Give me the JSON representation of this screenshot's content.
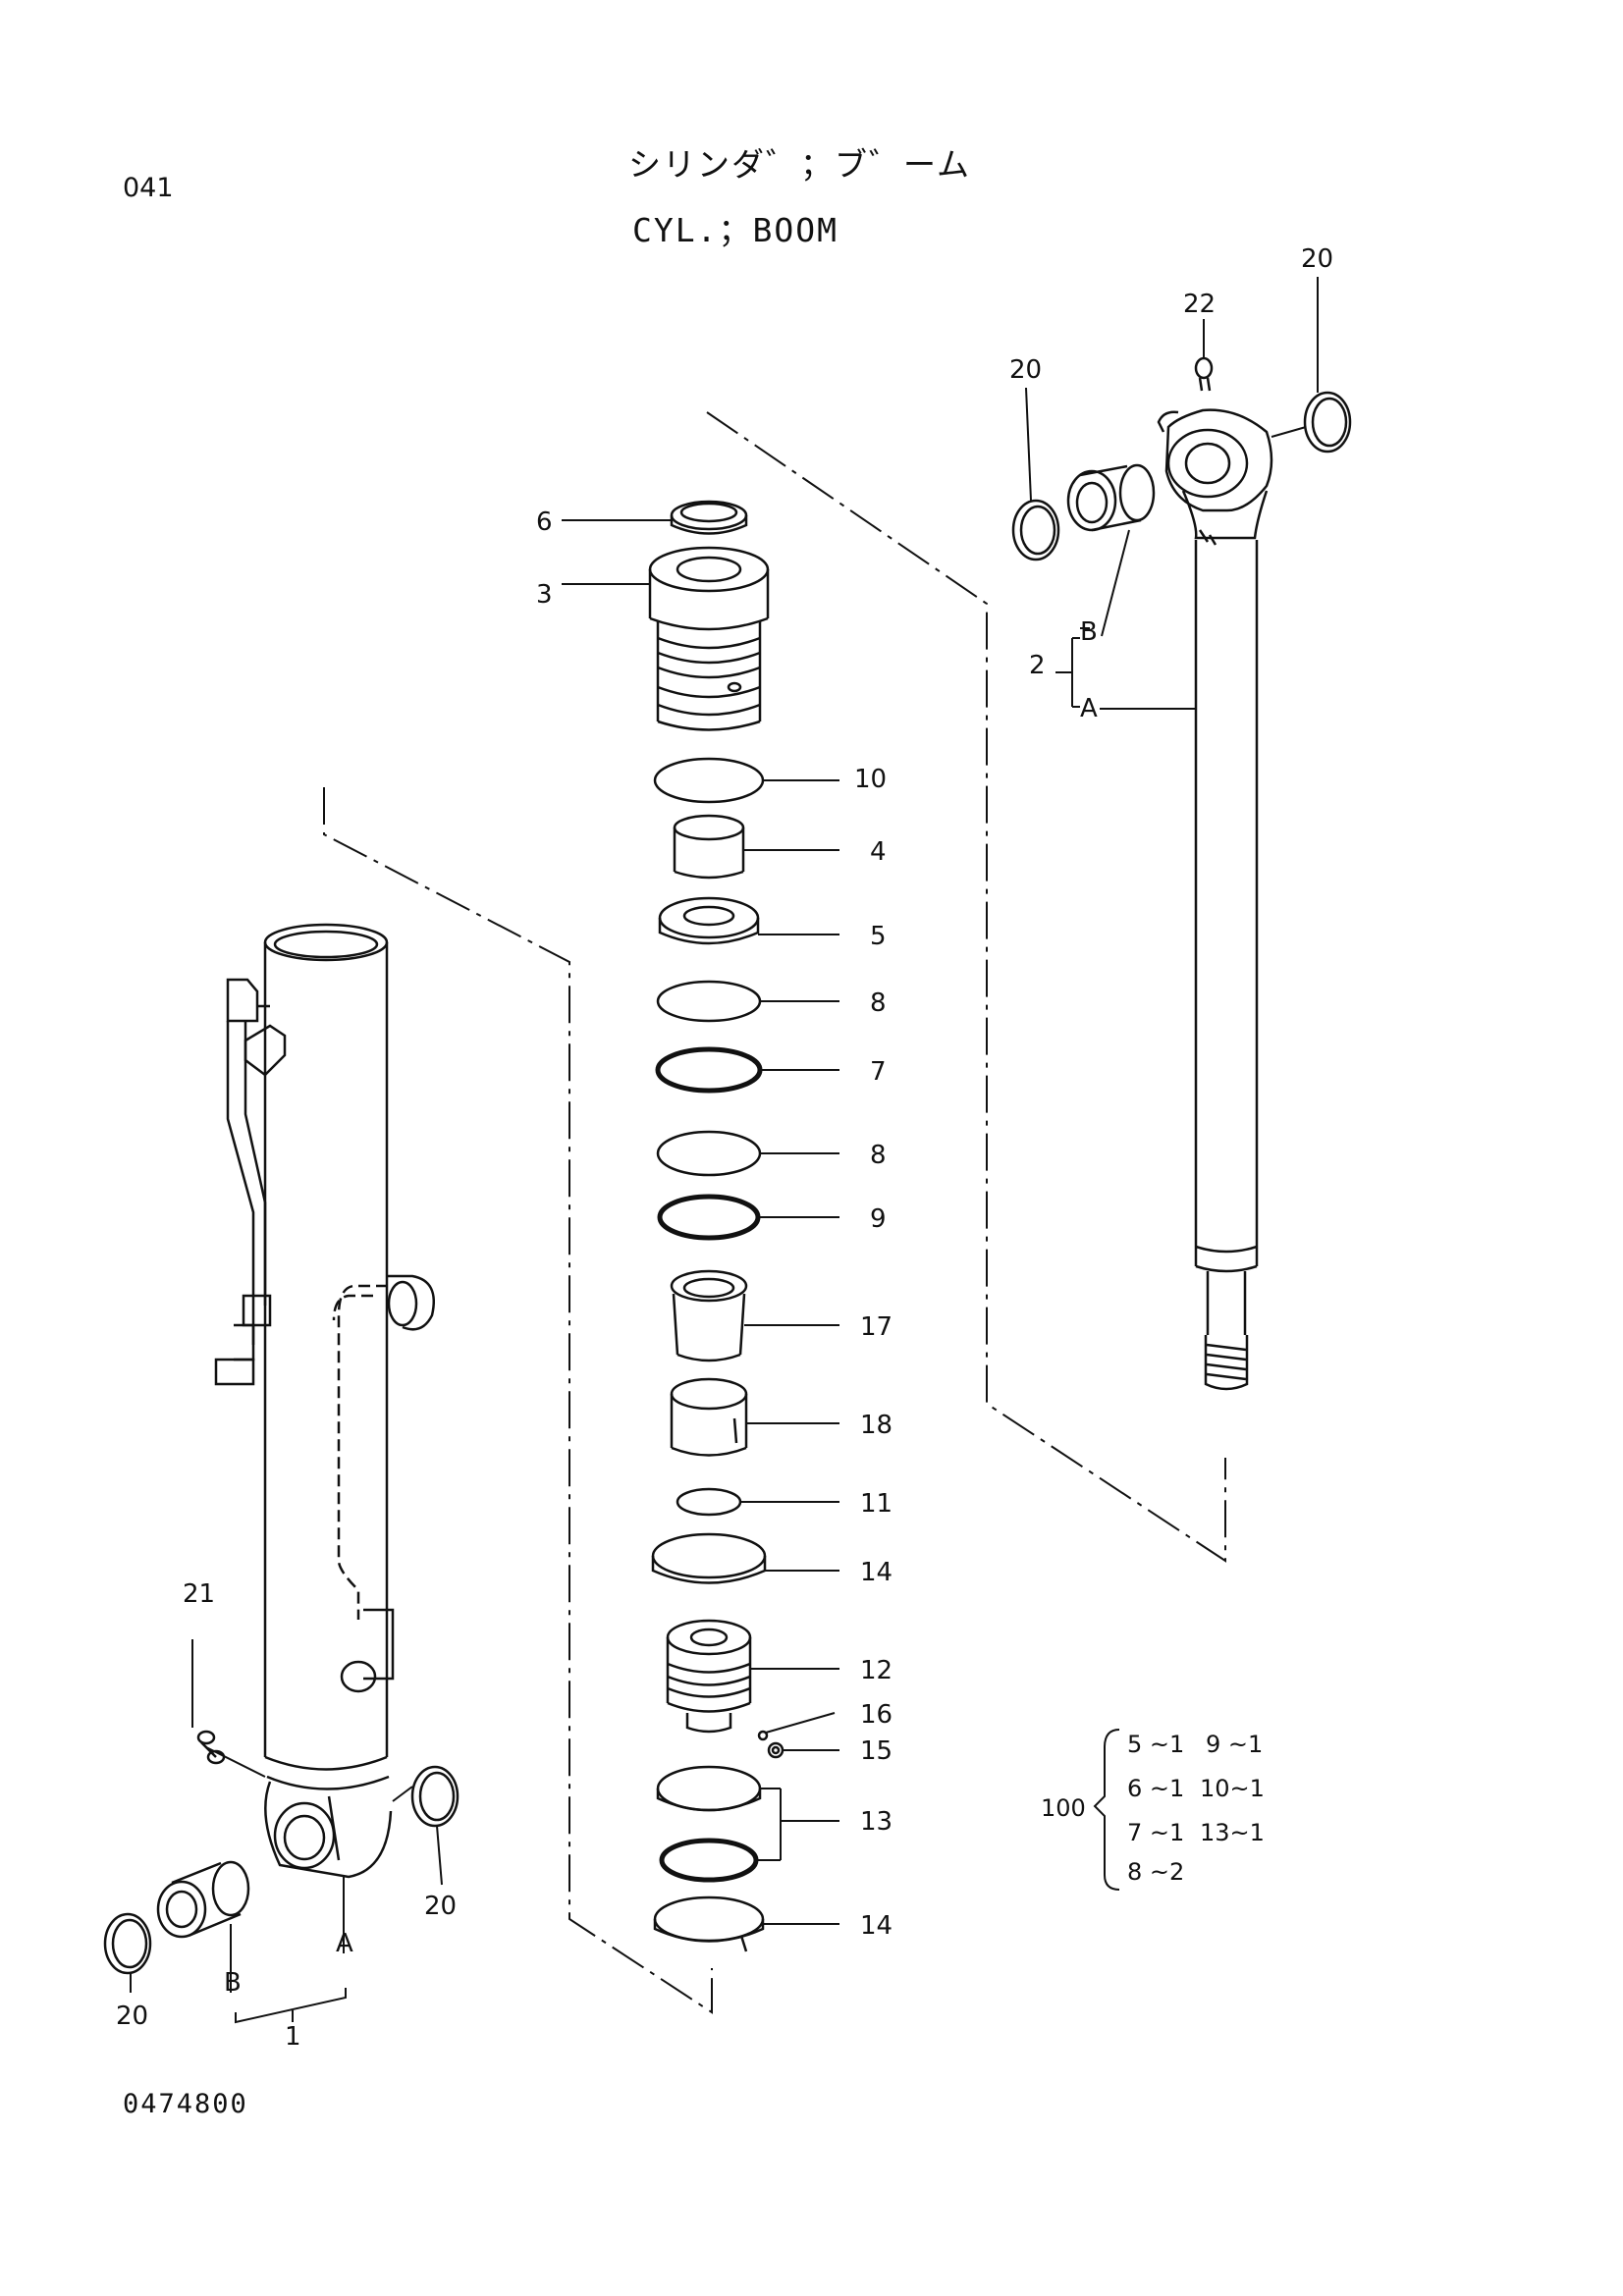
{
  "page": {
    "number": "041",
    "title_jp": "シリンダ゛；ブ゛ーム",
    "title_en": "CYL.；BOOM",
    "drawing_number": "0474800"
  },
  "callouts": {
    "n1": "1",
    "n2": "2",
    "n3": "3",
    "n4": "4",
    "n5": "5",
    "n6": "6",
    "n7": "7",
    "n8": "8",
    "n9": "9",
    "n10": "10",
    "n11": "11",
    "n12": "12",
    "n13": "13",
    "n14": "14",
    "n15": "15",
    "n16": "16",
    "n17": "17",
    "n18": "18",
    "n20": "20",
    "n21": "21",
    "n22": "22",
    "sub_a": "A",
    "sub_b": "B"
  },
  "kit": {
    "number": "100",
    "items": [
      "5 ~1",
      "9 ~1",
      "6 ~1",
      "10~1",
      "7 ~1",
      "13~1",
      "8 ~2"
    ]
  }
}
